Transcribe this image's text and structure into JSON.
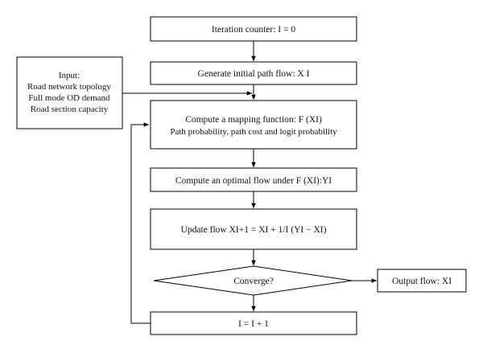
{
  "colors": {
    "line": "#000000",
    "fill": "#ffffff",
    "text": "#111111"
  },
  "icons": [
    "arrowhead-icon"
  ],
  "nodes": {
    "iteration_counter": "Iteration counter: I = 0",
    "initial_flow": "Generate initial path flow: X I",
    "input": {
      "title": "Input:",
      "lines": [
        "Road network topology",
        "Full mode OD demand",
        "Road section capacity"
      ]
    },
    "mapping": {
      "line1": "Compute a mapping function: F (XI)",
      "line2": "Path probability, path cost and logit probability"
    },
    "optimal_flow": "Compute an optimal flow under F (XI):YI",
    "update_flow": "Update flow XI+1 = XI + 1/I (YI − XI)",
    "converge": "Converge?",
    "output": "Output flow: XI",
    "increment": "I = I + 1"
  }
}
